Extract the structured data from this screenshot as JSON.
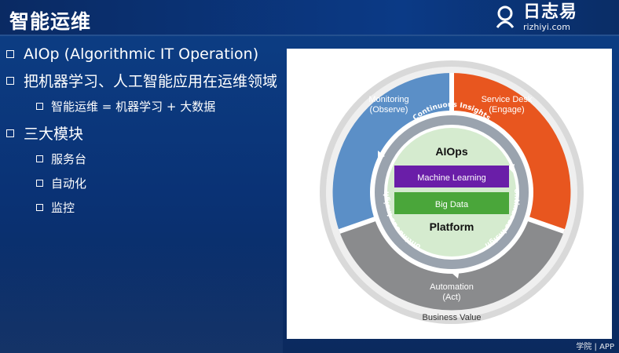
{
  "slide": {
    "title": "智能运维",
    "brand": {
      "name": "日志易",
      "url": "rizhiyi.com"
    }
  },
  "bullets": [
    {
      "text": "AIOp (Algorithmic IT Operation)",
      "level": 1
    },
    {
      "text": "把机器学习、人工智能应用在运维领域",
      "level": 1
    },
    {
      "text": "智能运维 = 机器学习 + 大数据",
      "level": 2
    },
    {
      "text": "三大模块",
      "level": 1
    },
    {
      "text": "服务台",
      "level": 2
    },
    {
      "text": "自动化",
      "level": 2
    },
    {
      "text": "监控",
      "level": 2
    }
  ],
  "diagram": {
    "segments": {
      "monitoring": [
        "Monitoring",
        "(Observe)"
      ],
      "service_desk": [
        "Service Desk",
        "(Engage)"
      ],
      "automation": [
        "Automation",
        "(Act)"
      ]
    },
    "ring_label": "Continuous Insights",
    "core": {
      "title": "AIOps",
      "ml": "Machine Learning",
      "bigdata": "Big Data",
      "platform": "Platform"
    },
    "business_value": "Business Value",
    "colors": {
      "monitoring": "#5b8fc7",
      "service_desk": "#e8561f",
      "automation": "#8a8b8d",
      "outer_ring": "#d9d9d9",
      "core_bg": "#d5ebcf",
      "ml": "#6a1ea8",
      "bigdata": "#4aa63a"
    }
  },
  "footer": {
    "brand_sub": "学院 | APP"
  }
}
